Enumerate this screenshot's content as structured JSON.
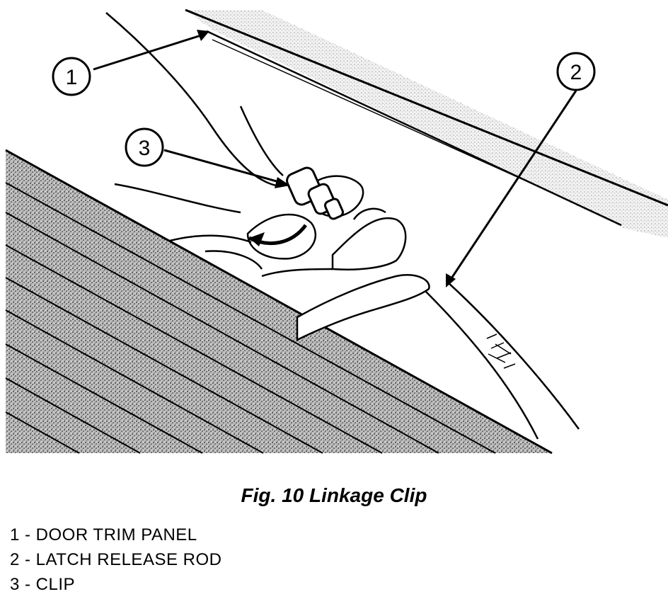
{
  "figure": {
    "caption": "Fig. 10 Linkage Clip",
    "callouts": [
      {
        "number": "1"
      },
      {
        "number": "2"
      },
      {
        "number": "3"
      }
    ],
    "legend": [
      "1 - DOOR TRIM PANEL",
      "2 - LATCH RELEASE ROD",
      "3 - CLIP"
    ]
  }
}
